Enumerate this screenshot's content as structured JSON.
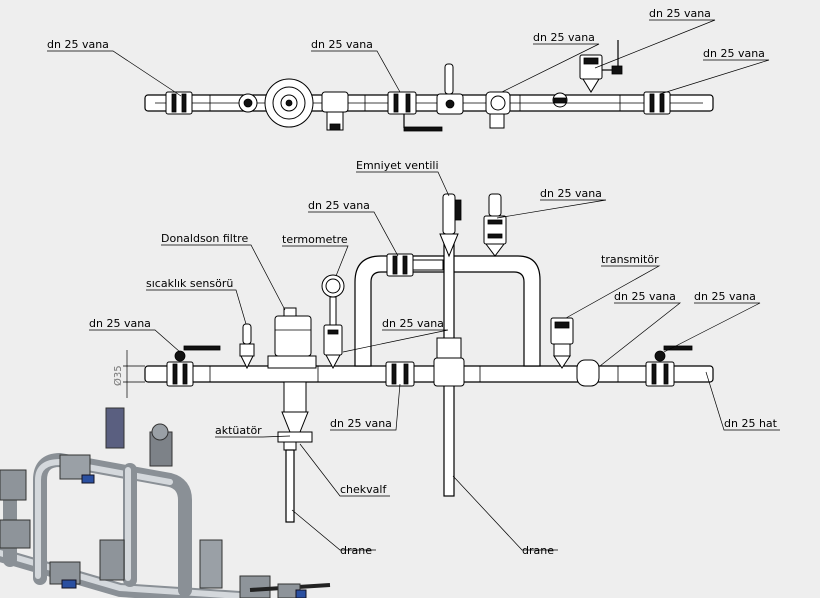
{
  "labels": {
    "top_valve_1": "dn 25 vana",
    "top_valve_2": "dn 25 vana",
    "top_valve_3": "dn 25 vana",
    "top_valve_4": "dn 25 vana",
    "top_valve_5": "dn 25 vana",
    "safety_valve": "Emniyet ventili",
    "mid_valve_right_up": "dn 25 vana",
    "mid_valve_left_up": "dn 25 vana",
    "filter": "Donaldson filtre",
    "thermometer": "termometre",
    "temp_sensor": "sıcaklık sensörü",
    "transmitter": "transmitör",
    "left_valve": "dn 25 vana",
    "center_valve": "dn 25 vana",
    "right_valve_1": "dn 25 vana",
    "right_valve_2": "dn 25 vana",
    "lower_valve": "dn 25 vana",
    "line": "dn 25 hat",
    "actuator": "aktüatör",
    "check_valve": "chekvalf",
    "drain_left": "drane",
    "drain_center": "drane"
  },
  "dimension": "Ø35"
}
